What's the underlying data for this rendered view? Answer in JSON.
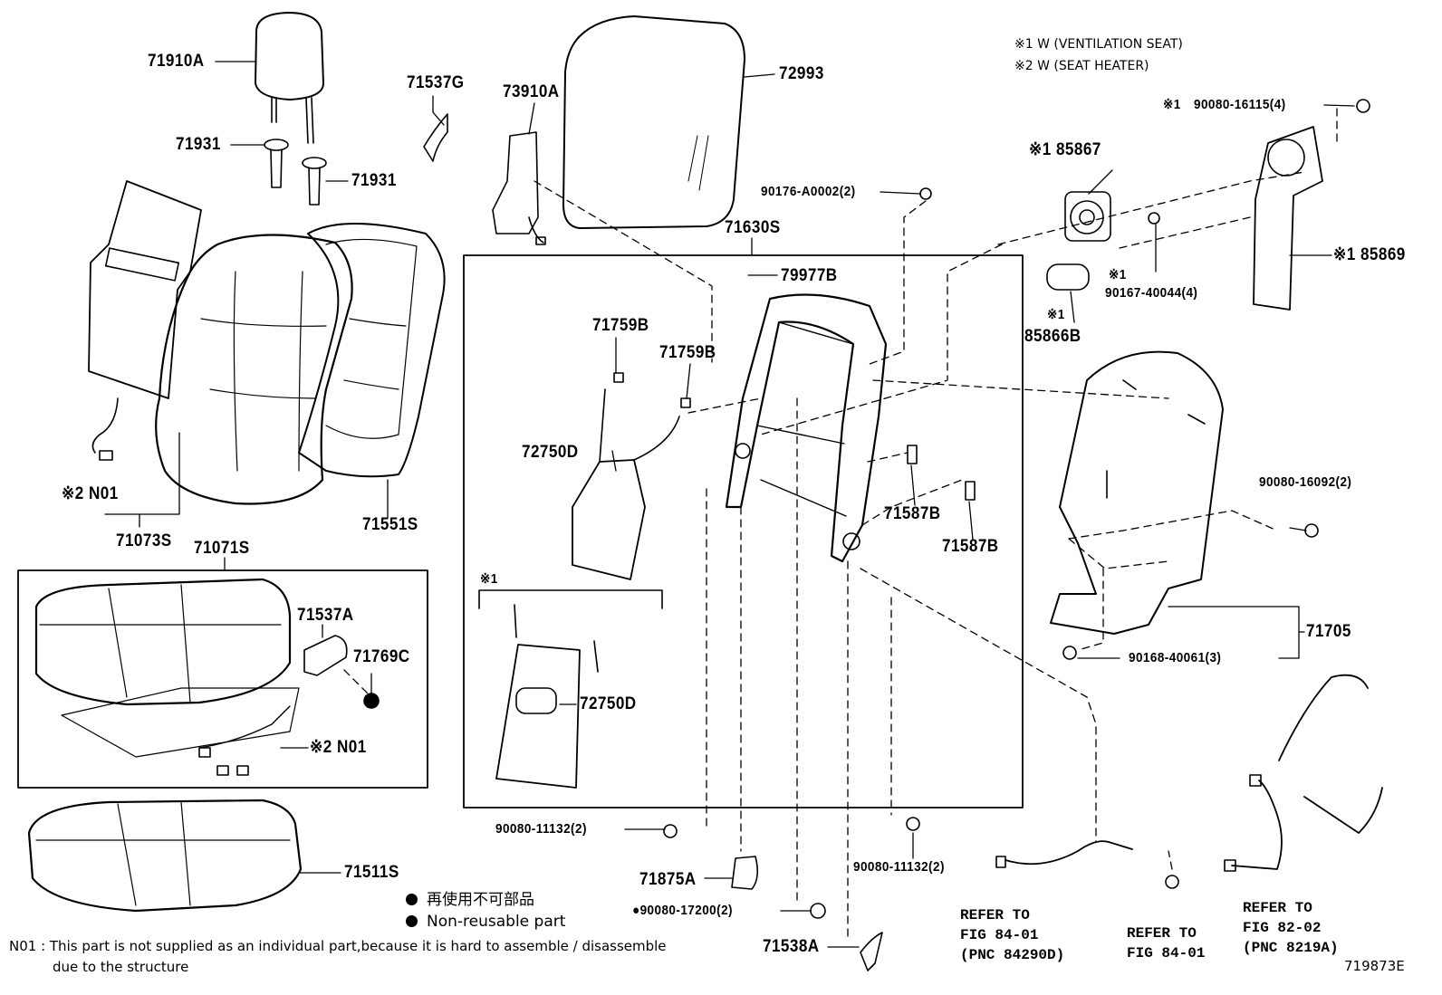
{
  "notes": {
    "n1": "※1  W (VENTILATION  SEAT)",
    "n2": "※2  W (SEAT  HEATER)"
  },
  "parts": {
    "p71910A": "71910A",
    "p71931a": "71931",
    "p71931b": "71931",
    "p71537G": "71537G",
    "p73910A": "73910A",
    "p72993": "72993",
    "p90176": "90176-A0002(2)",
    "p71630S": "71630S",
    "p79977B": "79977B",
    "p71759Ba": "71759B",
    "p71759Bb": "71759B",
    "p72750Da": "72750D",
    "p72750Db": "72750D",
    "p71587Ba": "71587B",
    "p71587Bb": "71587B",
    "p85867": "※1 85867",
    "p85866B": "85866B",
    "p85866Bmark": "※1",
    "p90167": "90167-40044(4)",
    "p90167mark": "※1",
    "p85869": "※1 85869",
    "p90080_16115": "90080-16115(4)",
    "p90080_16115mark": "※1",
    "p90080_16092": "90080-16092(2)",
    "p71705": "71705",
    "p90168": "90168-40061(3)",
    "pN01a": "※2 N01",
    "p71073S": "71073S",
    "p71551S": "71551S",
    "p71071S": "71071S",
    "p71537A": "71537A",
    "p71769C": "71769C",
    "pN01b": "※2 N01",
    "p71511S": "71511S",
    "p90080_11132a": "90080-11132(2)",
    "p90080_11132b": "90080-11132(2)",
    "p71875A": "71875A",
    "p90080_17200": "●90080-17200(2)",
    "p71538A": "71538A",
    "p72750Dmark": "※1"
  },
  "refs": {
    "r1": "REFER TO\nFIG 84-01\n(PNC 84290D)",
    "r2": "REFER TO\nFIG 84-01",
    "r3": "REFER TO\nFIG 82-02\n(PNC 8219A)"
  },
  "legend": {
    "jp": "再使用不可部品",
    "en": "Non-reusable part"
  },
  "footer": {
    "line1": "N01 : This part is not supplied as an individual part,because it is hard to assemble / disassemble",
    "line2": "due to the structure"
  },
  "figure_id": "719873E"
}
